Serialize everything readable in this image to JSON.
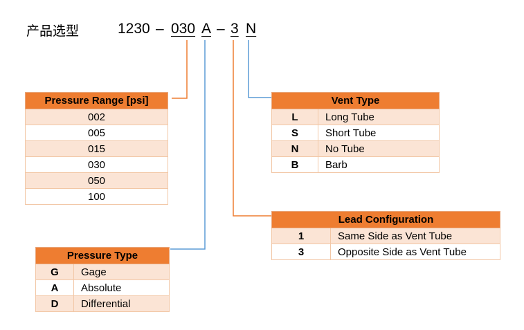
{
  "title": {
    "label": "产品选型",
    "segments": [
      {
        "text": "1230",
        "underline": false
      },
      {
        "text": "–",
        "underline": false
      },
      {
        "text": "030",
        "underline": true
      },
      {
        "text": "A",
        "underline": true
      },
      {
        "text": "–",
        "underline": false
      },
      {
        "text": "3",
        "underline": true
      },
      {
        "text": "N",
        "underline": true
      }
    ]
  },
  "colors": {
    "header": "#ee7d31",
    "row_alt": "#fbe4d5",
    "line_orange": "#ee7d31",
    "line_blue": "#5b9bd5"
  },
  "pressure_range": {
    "header": "Pressure Range [psi]",
    "rows": [
      "002",
      "005",
      "015",
      "030",
      "050",
      "100"
    ]
  },
  "vent_type": {
    "header": "Vent Type",
    "rows": [
      {
        "code": "L",
        "desc": "Long Tube"
      },
      {
        "code": "S",
        "desc": "Short Tube"
      },
      {
        "code": "N",
        "desc": "No Tube"
      },
      {
        "code": "B",
        "desc": "Barb"
      }
    ]
  },
  "lead_configuration": {
    "header": "Lead Configuration",
    "rows": [
      {
        "code": "1",
        "desc": "Same Side as Vent Tube"
      },
      {
        "code": "3",
        "desc": "Opposite Side as Vent Tube"
      }
    ]
  },
  "pressure_type": {
    "header": "Pressure Type",
    "rows": [
      {
        "code": "G",
        "desc": "Gage"
      },
      {
        "code": "A",
        "desc": "Absolute"
      },
      {
        "code": "D",
        "desc": "Differential"
      }
    ]
  }
}
